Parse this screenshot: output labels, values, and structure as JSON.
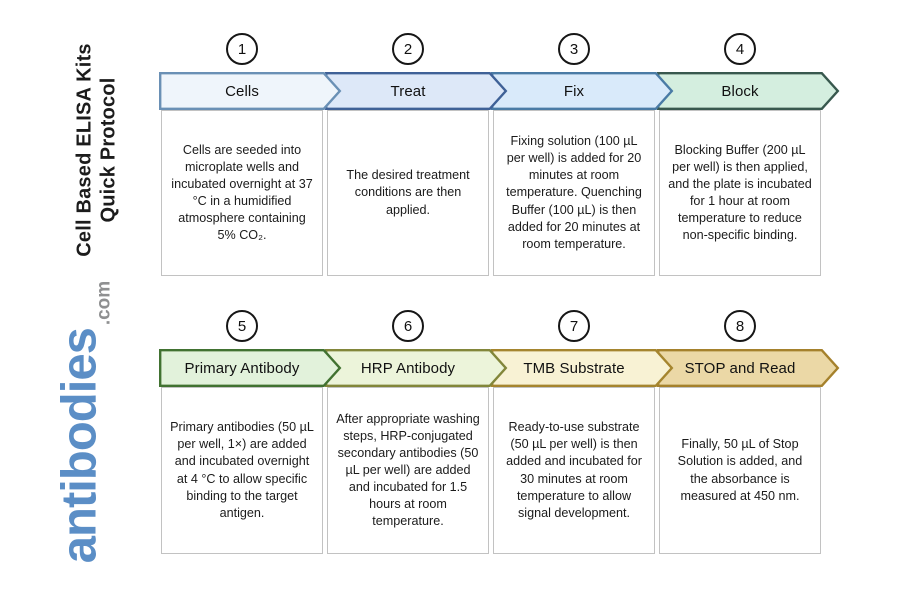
{
  "sidebar": {
    "title_line1": "Cell Based ELISA Kits",
    "title_line2": "Quick Protocol",
    "logo_text": "antibodies",
    "logo_suffix": ".com",
    "logo_color": "#5b8ec6",
    "logo_suffix_color": "#8f9091"
  },
  "steps": [
    {
      "number": "1",
      "label": "Cells",
      "description": "Cells are seeded into microplate wells and incubated overnight at 37 °C in a humidified atmosphere containing 5% CO₂.",
      "fill": "#eff5fb",
      "stroke": "#6a90b5"
    },
    {
      "number": "2",
      "label": "Treat",
      "description": "The desired treatment conditions are then applied.",
      "fill": "#dde8f8",
      "stroke": "#3f6197"
    },
    {
      "number": "3",
      "label": "Fix",
      "description": "Fixing solution (100 µL per well) is added for 20 minutes at room temperature. Quenching Buffer (100 µL) is then added for 20 minutes at room temperature.",
      "fill": "#d9eafa",
      "stroke": "#4a7ba5"
    },
    {
      "number": "4",
      "label": "Block",
      "description": "Blocking Buffer (200 µL per well) is then applied, and the plate is incubated for 1 hour at room temperature to reduce non-specific binding.",
      "fill": "#d4eedf",
      "stroke": "#38584e"
    },
    {
      "number": "5",
      "label": "Primary Antibody",
      "description": "Primary antibodies (50 µL per well, 1×) are added and incubated overnight at 4 °C to allow specific binding to the target antigen.",
      "fill": "#e2f2db",
      "stroke": "#417231"
    },
    {
      "number": "6",
      "label": "HRP Antibody",
      "description": "After appropriate washing steps, HRP-conjugated secondary antibodies (50 µL per well) are added and incubated for 1.5 hours at room temperature.",
      "fill": "#ecf4da",
      "stroke": "#82863a"
    },
    {
      "number": "7",
      "label": "TMB Substrate",
      "description": "Ready-to-use substrate (50 µL per well) is then added and incubated for 30 minutes at room temperature to allow signal development.",
      "fill": "#f8f2d4",
      "stroke": "#a5852e"
    },
    {
      "number": "8",
      "label": "STOP and Read",
      "description": "Finally, 50 µL of Stop Solution is added, and the absorbance is measured at 450 nm.",
      "fill": "#ebd8a6",
      "stroke": "#a5812c"
    }
  ]
}
